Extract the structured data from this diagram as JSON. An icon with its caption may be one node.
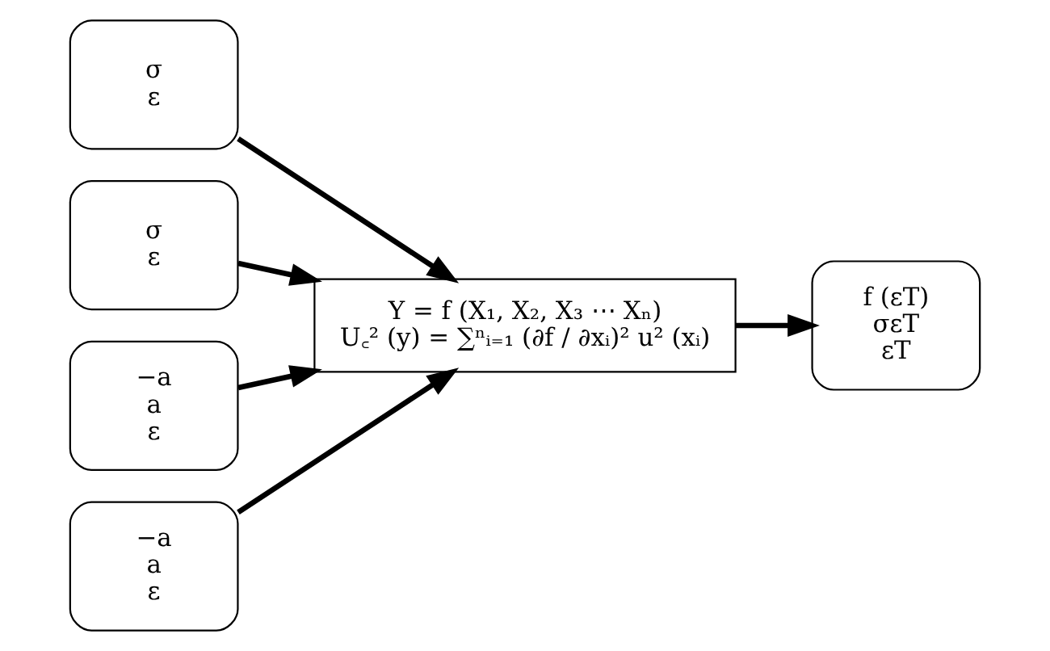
{
  "diagram": {
    "nodes": [
      {
        "text": [
          "σ",
          "ε"
        ]
      },
      {
        "text": [
          "σ",
          "ε"
        ]
      },
      {
        "text": [
          "−a",
          "a",
          "ε"
        ]
      },
      {
        "text": [
          "−a",
          "a",
          "ε"
        ]
      },
      {
        "text": [
          "Y = f (X₁, X₂, X₃ ⋯ Xₙ)",
          "U꜀² (y) = ∑ⁿᵢ₌₁ (∂f / ∂xᵢ)² u² (xᵢ)"
        ]
      },
      {
        "text": [
          "f (εT)",
          "σεT",
          "εT"
        ]
      }
    ],
    "edges": [
      {
        "from": 0,
        "to": 4,
        "arrow": "to"
      },
      {
        "from": 1,
        "to": 4,
        "arrow": "to"
      },
      {
        "from": 2,
        "to": 4,
        "arrow": "to"
      },
      {
        "from": 3,
        "to": 4,
        "arrow": "to"
      },
      {
        "from": 4,
        "to": 5,
        "arrow": "to"
      }
    ]
  }
}
